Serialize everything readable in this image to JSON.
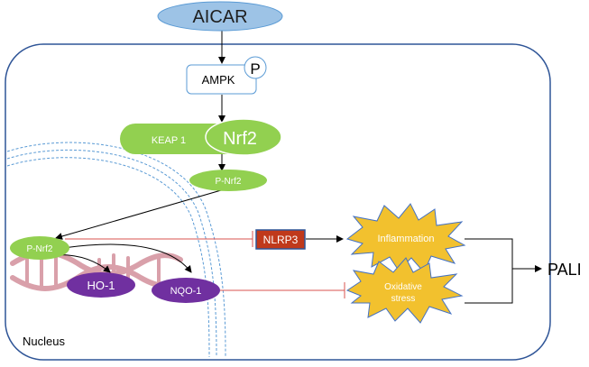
{
  "nodes": {
    "aicar": "AICAR",
    "ampk": "AMPK",
    "phospho": "P",
    "keap1": "KEAP 1",
    "nrf2": "Nrf2",
    "p_nrf2_cyto": "P-Nrf2",
    "p_nrf2_nuc": "P-Nrf2",
    "ho1": "HO-1",
    "nqo1": "NQO-1",
    "nlrp3": "NLRP3",
    "inflammation": "Inflammation",
    "oxidative_line1": "Oxidative",
    "oxidative_line2": "stress",
    "pali": "PALI",
    "nucleus": "Nucleus"
  },
  "colors": {
    "aicar_fill": "#9dc3e6",
    "aicar_stroke": "#5b9bd5",
    "cell_border": "#2f5597",
    "nucleus_border": "#5b9bd5",
    "green": "#92d050",
    "purple": "#7030a0",
    "nlrp3_fill": "#c0391b",
    "burst_fill": "#f2c12e",
    "burst_stroke": "#4472c4",
    "inhibit": "#d9534f",
    "dna": "#d9a0aa"
  },
  "icons": {
    "dna": "dna-helix-icon",
    "burst": "explosion-burst-icon"
  }
}
